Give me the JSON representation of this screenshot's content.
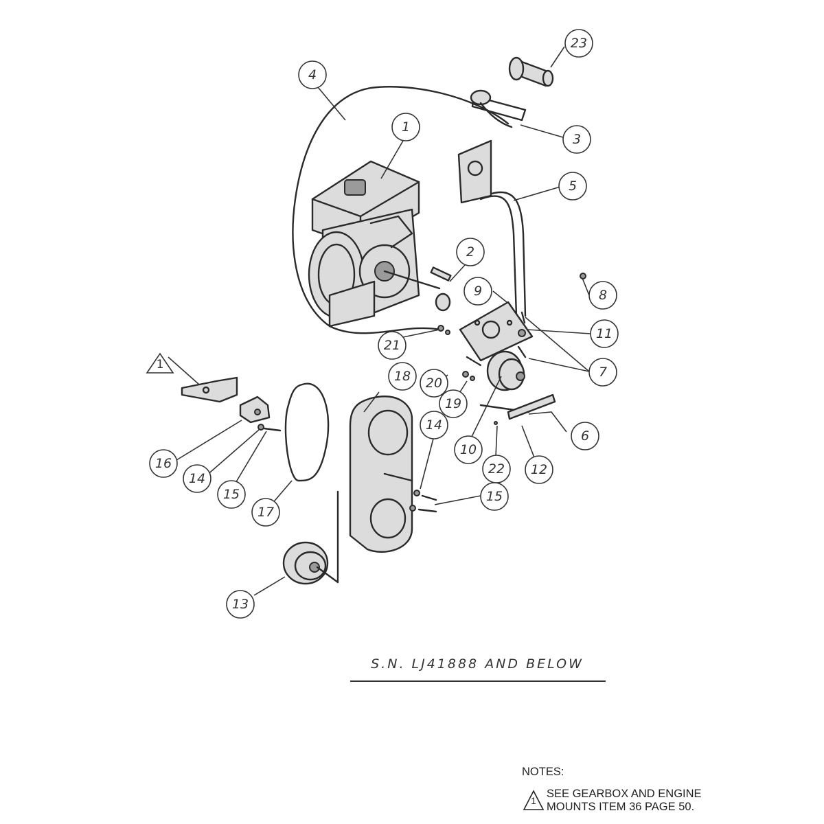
{
  "balloons": [
    {
      "label": "1"
    },
    {
      "label": "2"
    },
    {
      "label": "3"
    },
    {
      "label": "4"
    },
    {
      "label": "5"
    },
    {
      "label": "6"
    },
    {
      "label": "7"
    },
    {
      "label": "8"
    },
    {
      "label": "9"
    },
    {
      "label": "10"
    },
    {
      "label": "11"
    },
    {
      "label": "12"
    },
    {
      "label": "13"
    },
    {
      "label": "14"
    },
    {
      "label": "14"
    },
    {
      "label": "15"
    },
    {
      "label": "15"
    },
    {
      "label": "16"
    },
    {
      "label": "17"
    },
    {
      "label": "18"
    },
    {
      "label": "19"
    },
    {
      "label": "20"
    },
    {
      "label": "21"
    },
    {
      "label": "22"
    },
    {
      "label": "23"
    }
  ],
  "note_flag_label": "1",
  "caption": "S.N. LJ41888 AND BELOW",
  "notes": {
    "heading": "NOTES:",
    "flag_label": "1",
    "line1": "SEE GEARBOX AND ENGINE",
    "line2": "MOUNTS ITEM 36 PAGE 50."
  }
}
